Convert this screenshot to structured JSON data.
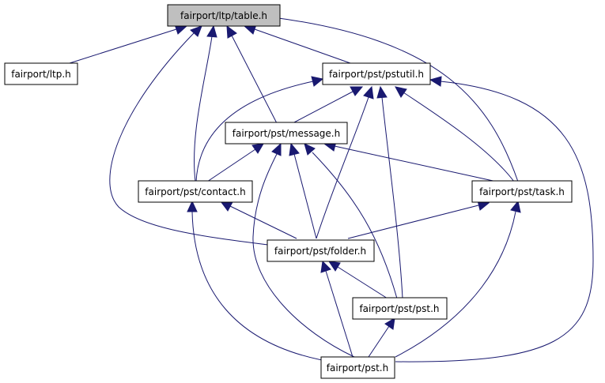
{
  "graph": {
    "nodes": {
      "table": {
        "label": "fairport/ltp/table.h",
        "is_root": true
      },
      "ltp": {
        "label": "fairport/ltp.h"
      },
      "pstutil": {
        "label": "fairport/pst/pstutil.h"
      },
      "message": {
        "label": "fairport/pst/message.h"
      },
      "contact": {
        "label": "fairport/pst/contact.h"
      },
      "task": {
        "label": "fairport/pst/task.h"
      },
      "folder": {
        "label": "fairport/pst/folder.h"
      },
      "pstpst": {
        "label": "fairport/pst/pst.h"
      },
      "pst": {
        "label": "fairport/pst.h"
      }
    },
    "edges": [
      {
        "from": "ltp",
        "to": "table"
      },
      {
        "from": "pstutil",
        "to": "table"
      },
      {
        "from": "message",
        "to": "table"
      },
      {
        "from": "contact",
        "to": "table"
      },
      {
        "from": "task",
        "to": "table"
      },
      {
        "from": "folder",
        "to": "table"
      },
      {
        "from": "message",
        "to": "pstutil"
      },
      {
        "from": "contact",
        "to": "pstutil"
      },
      {
        "from": "task",
        "to": "pstutil"
      },
      {
        "from": "folder",
        "to": "pstutil"
      },
      {
        "from": "pstpst",
        "to": "pstutil"
      },
      {
        "from": "pst",
        "to": "pstutil"
      },
      {
        "from": "contact",
        "to": "message"
      },
      {
        "from": "task",
        "to": "message"
      },
      {
        "from": "folder",
        "to": "message"
      },
      {
        "from": "pstpst",
        "to": "message"
      },
      {
        "from": "pst",
        "to": "message"
      },
      {
        "from": "folder",
        "to": "contact"
      },
      {
        "from": "pst",
        "to": "contact"
      },
      {
        "from": "folder",
        "to": "task"
      },
      {
        "from": "pst",
        "to": "task"
      },
      {
        "from": "pstpst",
        "to": "folder"
      },
      {
        "from": "pst",
        "to": "folder"
      },
      {
        "from": "pst",
        "to": "pstpst"
      }
    ],
    "colors": {
      "edge": "#191970",
      "root_fill": "#bfbfbf",
      "node_fill": "#ffffff",
      "border": "#000000"
    }
  }
}
